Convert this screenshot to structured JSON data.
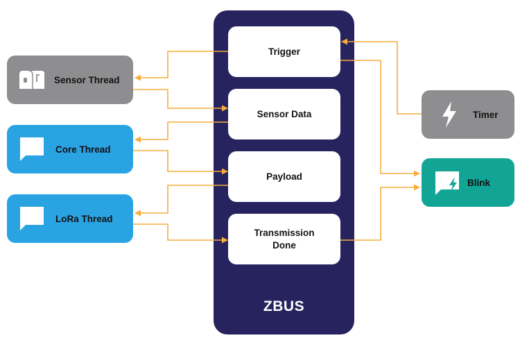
{
  "bus": {
    "label": "ZBUS"
  },
  "channels": {
    "trigger": "Trigger",
    "sensor_data": "Sensor Data",
    "payload": "Payload",
    "transmission_done_line1": "Transmission",
    "transmission_done_line2": "Done"
  },
  "threads": {
    "sensor": {
      "label": "Sensor Thread",
      "icon": "mailbox-icon"
    },
    "core": {
      "label": "Core Thread",
      "icon": "chat-bubble-icon"
    },
    "lora": {
      "label": "LoRa Thread",
      "icon": "chat-bubble-icon"
    }
  },
  "services": {
    "timer": {
      "label": "Timer",
      "icon": "lightning-icon"
    },
    "blink": {
      "label": "Blink",
      "icon": "chat-lightning-icon"
    }
  },
  "colors": {
    "bus": "#27235f",
    "gray_node": "#8e8e90",
    "blue_node": "#2aa3e3",
    "teal_node": "#12a596",
    "arrow": "#f6ad3c"
  }
}
